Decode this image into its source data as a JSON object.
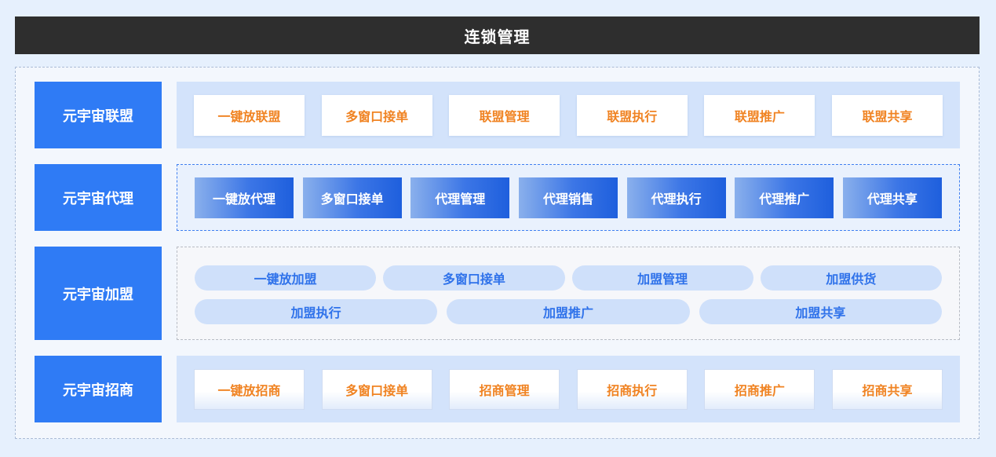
{
  "header": {
    "title": "连锁管理"
  },
  "rows": [
    {
      "label": "元宇宙联盟",
      "items": [
        "一键放联盟",
        "多窗口接单",
        "联盟管理",
        "联盟执行",
        "联盟推广",
        "联盟共享"
      ]
    },
    {
      "label": "元宇宙代理",
      "items": [
        "一键放代理",
        "多窗口接单",
        "代理管理",
        "代理销售",
        "代理执行",
        "代理推广",
        "代理共享"
      ]
    },
    {
      "label": "元宇宙加盟",
      "items_top": [
        "一键放加盟",
        "多窗口接单",
        "加盟管理",
        "加盟供货"
      ],
      "items_bottom": [
        "加盟执行",
        "加盟推广",
        "加盟共享"
      ]
    },
    {
      "label": "元宇宙招商",
      "items": [
        "一键放招商",
        "多窗口接单",
        "招商管理",
        "招商执行",
        "招商推广",
        "招商共享"
      ]
    }
  ],
  "colors": {
    "title_bg": "#2e2e2e",
    "label_bg": "#2f7bf5",
    "orange_text": "#f08322",
    "pill_text": "#2f72ea"
  }
}
